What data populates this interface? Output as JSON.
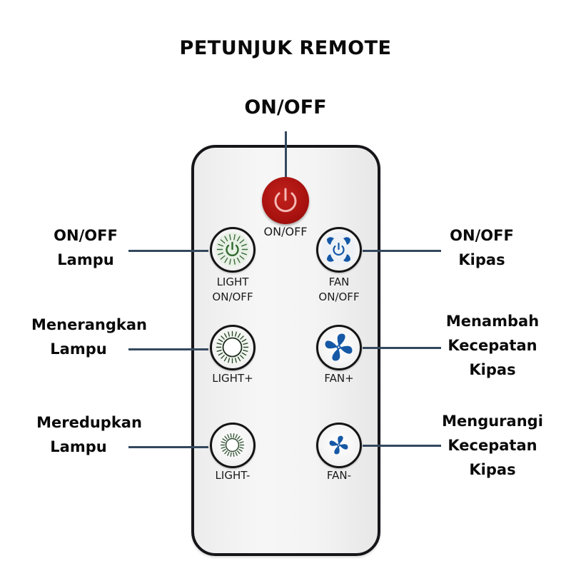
{
  "title": "PETUNJUK REMOTE",
  "top_callout": "ON/OFF",
  "colors": {
    "power_button": "#a8120f",
    "light_icon": "#2f5a2f",
    "fan_icon": "#1558a6",
    "connector_line": "#34485e",
    "remote_outline": "#16161a"
  },
  "remote": {
    "power": {
      "icon": "power-icon",
      "label": "ON/OFF"
    },
    "buttons": [
      {
        "id": "light-onoff",
        "icon": "light-power-icon",
        "label_line1": "LIGHT",
        "label_line2": "ON/OFF"
      },
      {
        "id": "fan-onoff",
        "icon": "fan-power-icon",
        "label_line1": "FAN",
        "label_line2": "ON/OFF"
      },
      {
        "id": "light-plus",
        "icon": "brightness-up-icon",
        "label": "LIGHT+"
      },
      {
        "id": "fan-plus",
        "icon": "fan-icon",
        "label": "FAN+"
      },
      {
        "id": "light-minus",
        "icon": "brightness-down-icon",
        "label": "LIGHT-"
      },
      {
        "id": "fan-minus",
        "icon": "fan-small-icon",
        "label": "FAN-"
      }
    ]
  },
  "callouts": {
    "left": [
      {
        "line1": "ON/OFF",
        "line2": "Lampu"
      },
      {
        "line1": "Menerangkan",
        "line2": "Lampu"
      },
      {
        "line1": "Meredupkan",
        "line2": "Lampu"
      }
    ],
    "right": [
      {
        "line1": "ON/OFF",
        "line2": "Kipas"
      },
      {
        "line1": "Menambah",
        "line2": "Kecepatan",
        "line3": "Kipas"
      },
      {
        "line1": "Mengurangi",
        "line2": "Kecepatan",
        "line3": "Kipas"
      }
    ]
  }
}
